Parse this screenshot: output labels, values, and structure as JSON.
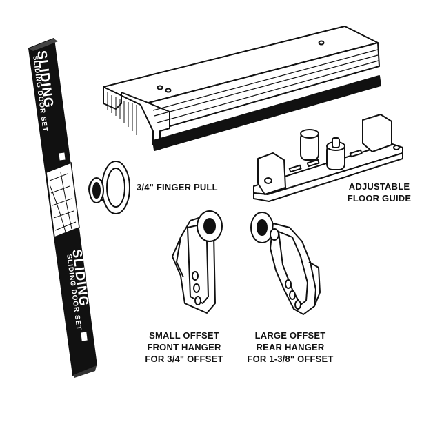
{
  "package": {
    "brand_top": "SLIDING",
    "subtitle_top": "SLIDING DOOR SET",
    "brand_bottom": "SLIDING",
    "subtitle_bottom": "SLIDING DOOR SET",
    "box_color": "#111111"
  },
  "labels": {
    "finger_pull": "3/4\" FINGER PULL",
    "floor_guide_line1": "ADJUSTABLE",
    "floor_guide_line2": "FLOOR GUIDE",
    "small_hanger_line1": "SMALL OFFSET",
    "small_hanger_line2": "FRONT HANGER",
    "small_hanger_line3": "FOR 3/4\" OFFSET",
    "large_hanger_line1": "LARGE OFFSET",
    "large_hanger_line2": "REAR HANGER",
    "large_hanger_line3": "FOR 1-3/8\" OFFSET"
  },
  "colors": {
    "ink": "#111111",
    "paper": "#ffffff"
  }
}
